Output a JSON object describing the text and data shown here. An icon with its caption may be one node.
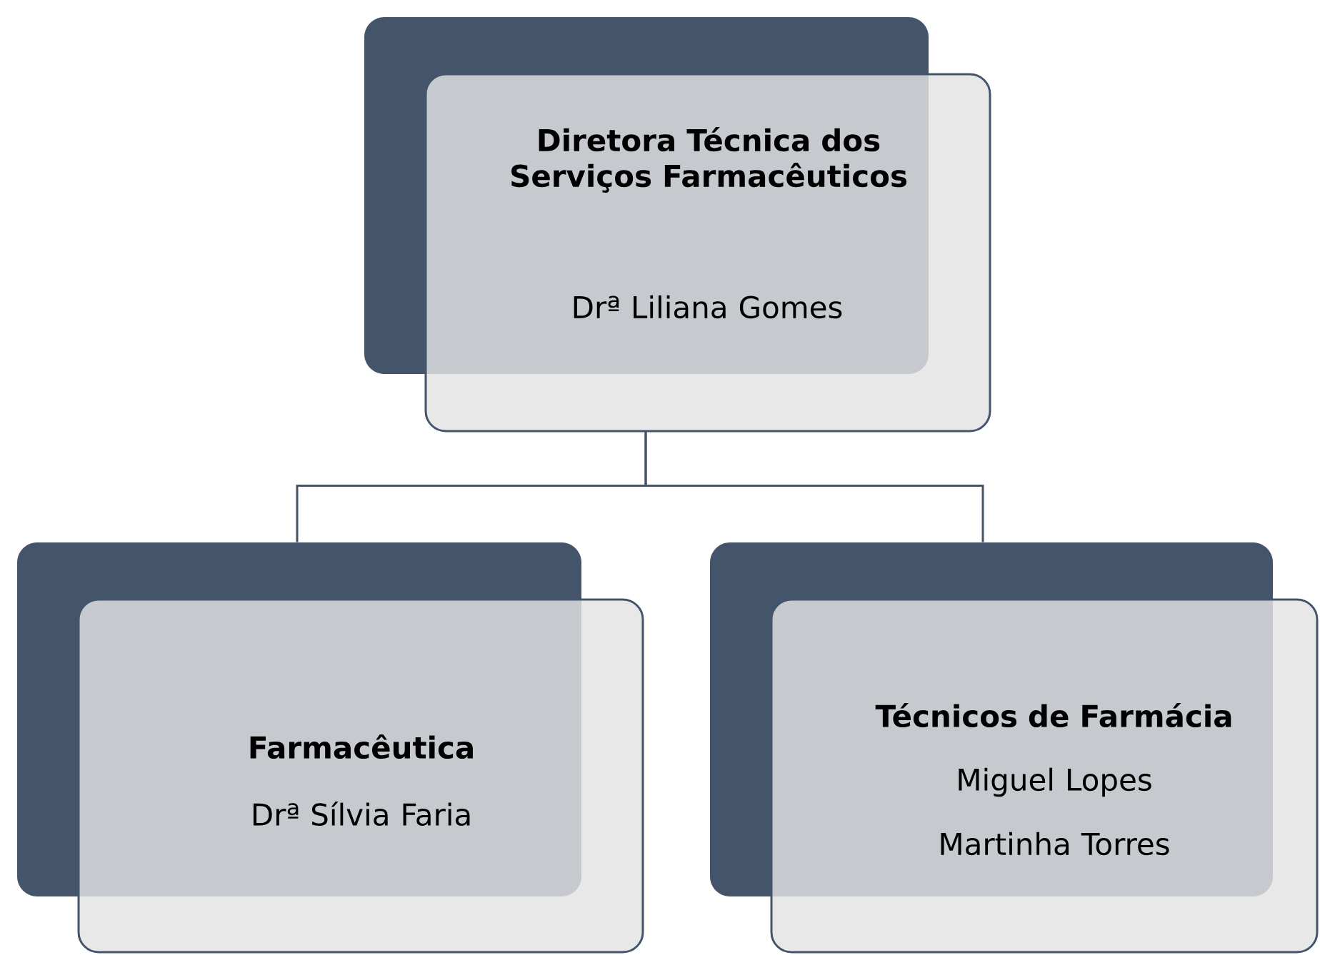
{
  "diagram": {
    "nodes": [
      {
        "text": [
          "Diretora Técnica dos Serviços Farmacêuticos",
          "Drª Liliana Gomes"
        ]
      },
      {
        "text": [
          "Farmacêutica",
          "Drª Sílvia Faria"
        ]
      },
      {
        "text": [
          "Técnicos de Farmácia",
          "Miguel Lopes",
          "Martinha Torres"
        ]
      }
    ],
    "edges": [
      {
        "from": 0,
        "to": 1,
        "arrow": "none"
      },
      {
        "from": 0,
        "to": 2,
        "arrow": "none"
      }
    ]
  }
}
